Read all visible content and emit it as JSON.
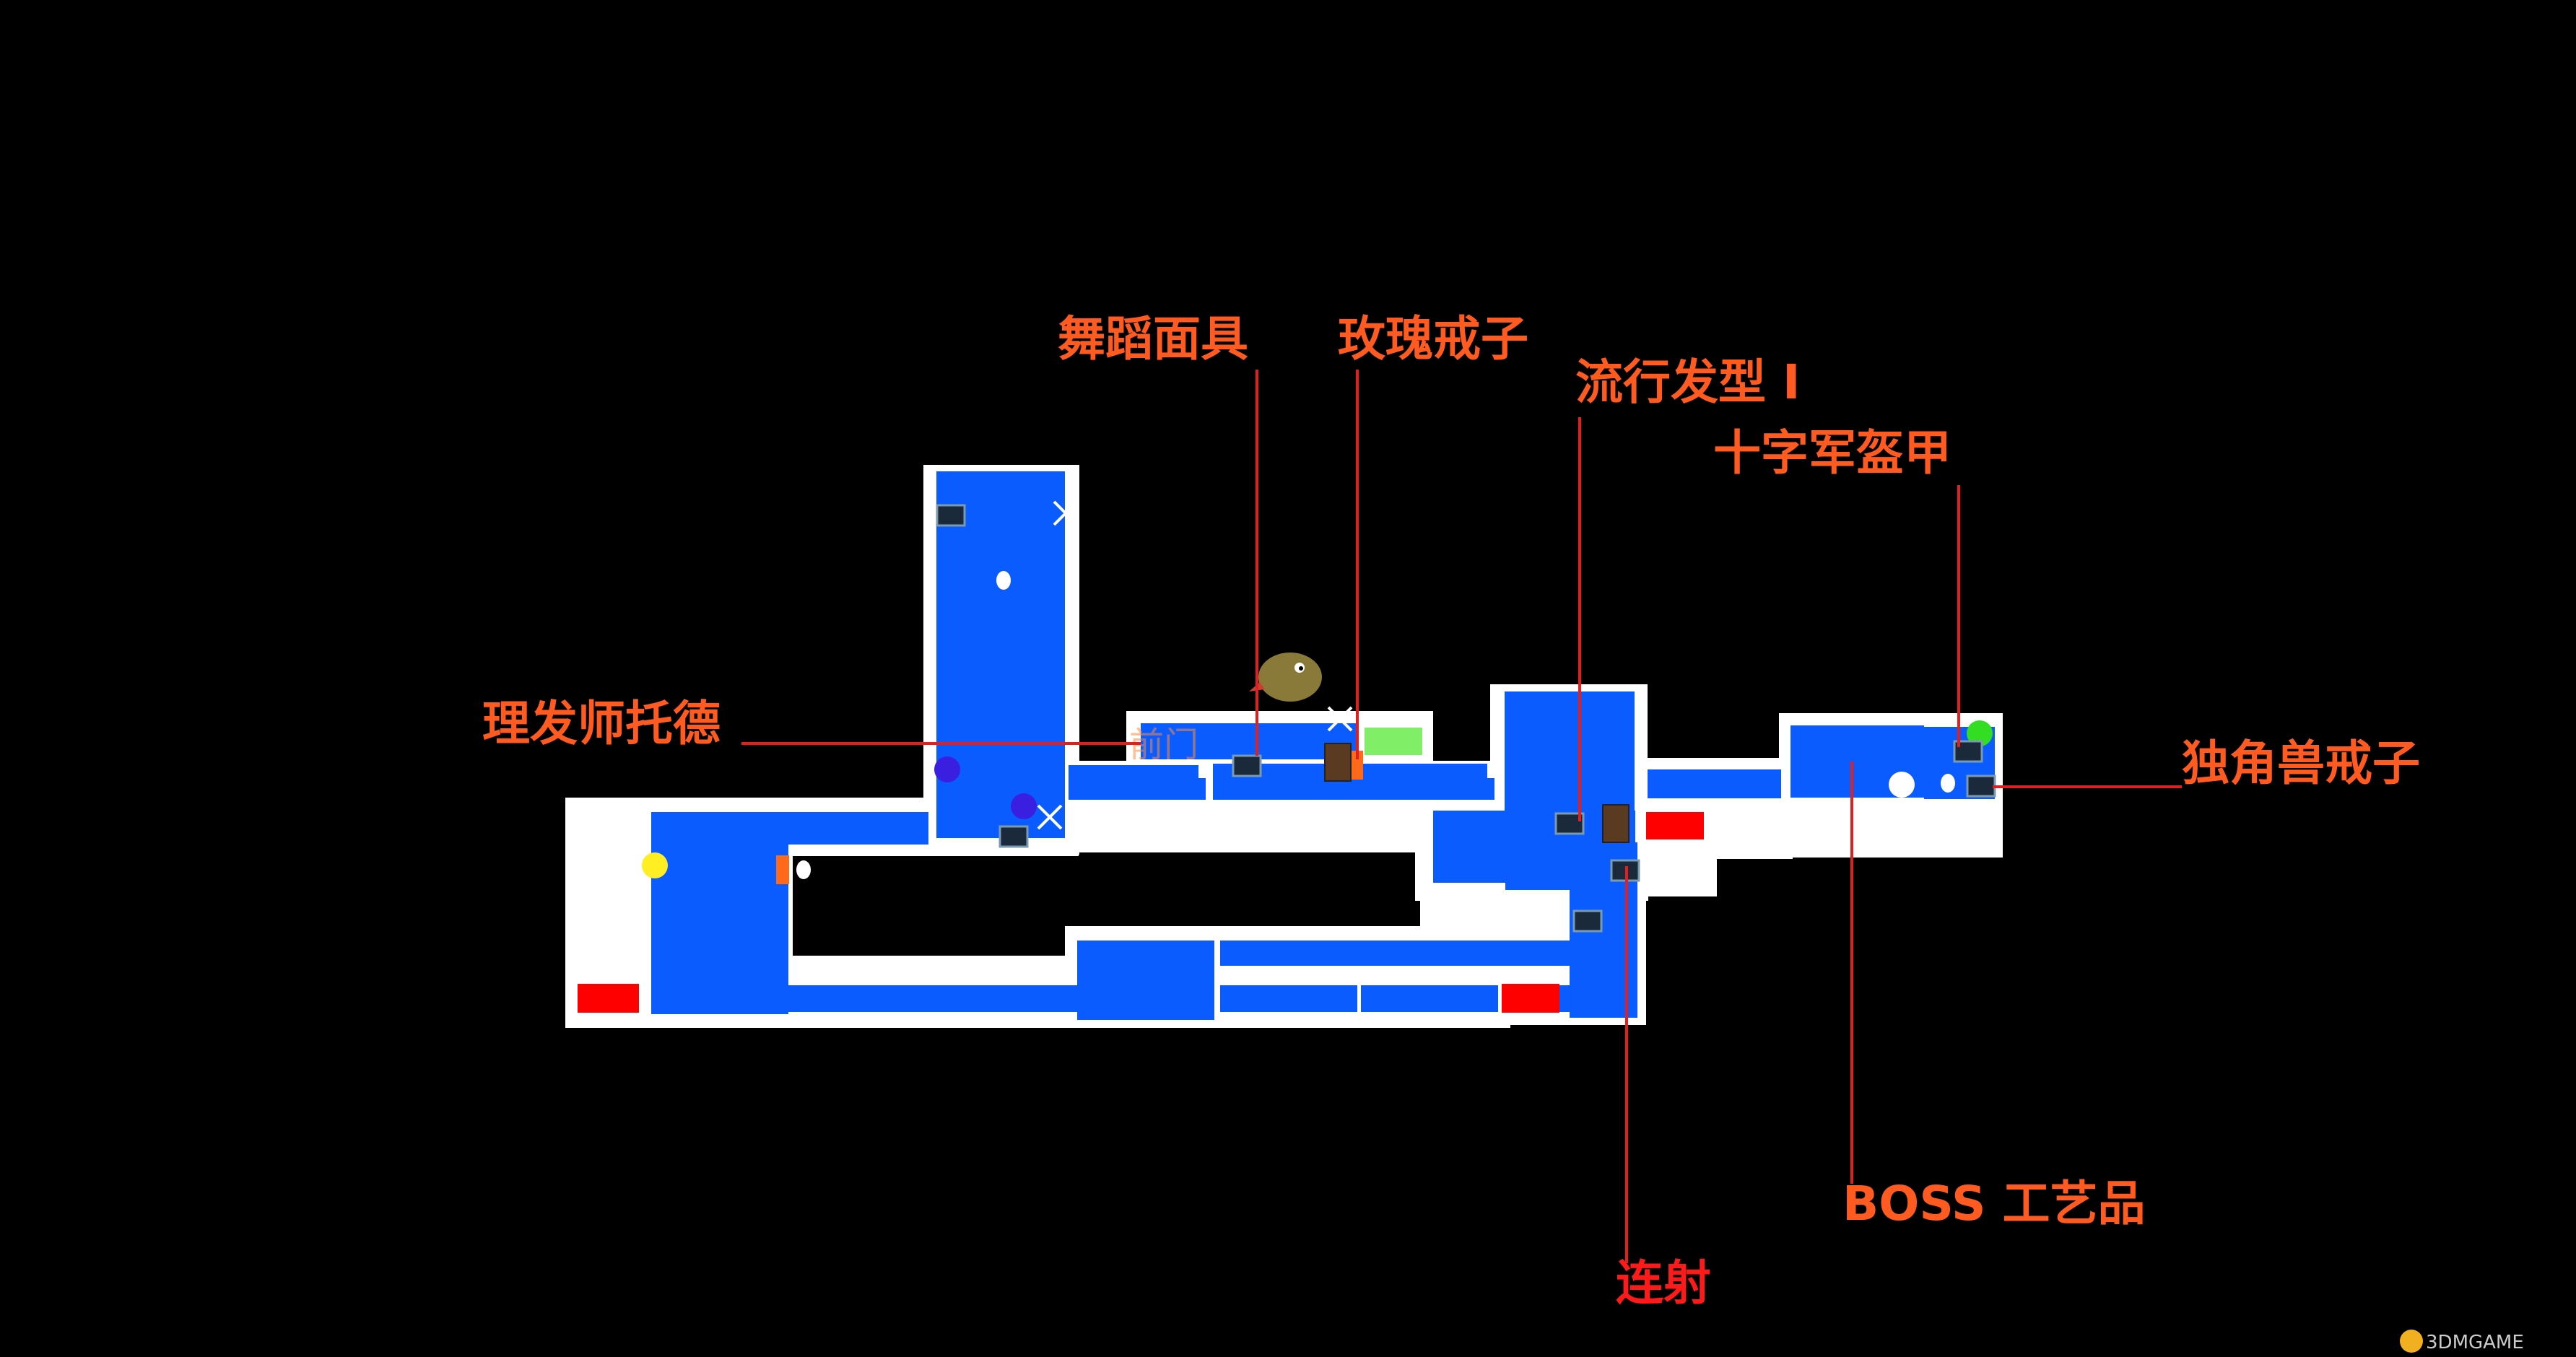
{
  "labels": {
    "dance_mask": "舞蹈面具",
    "rose_ring": "玫瑰戒子",
    "pop_hair": "流行发型 I",
    "crusader_armor": "十字军盔甲",
    "barber_todd": "理发师托德",
    "unicorn_ring": "独角兽戒子",
    "boss_artifact": "BOSS 工艺品",
    "rapid_fire": "连射"
  },
  "marker_text": "前门",
  "watermark": "3DMGAME",
  "colors": {
    "background": "#000000",
    "wall": "#ffffff",
    "floor": "#0a5cff",
    "label_orange": "#ff5a1f",
    "label_red": "#ff1a1a",
    "leader_line": "#e0201f",
    "exit_red": "#ff0000",
    "save_green": "#80ee66",
    "npc_purple": "#3a1fe0",
    "npc_yellow": "#ffee22",
    "npc_green": "#33dd22",
    "npc_white": "#ffffff",
    "door_orange": "#ff6a1a"
  },
  "icons": [
    "treasure-chest-icon",
    "crossed-swords-icon",
    "skull-icon",
    "bird-creature-icon",
    "bookshelf-icon"
  ]
}
